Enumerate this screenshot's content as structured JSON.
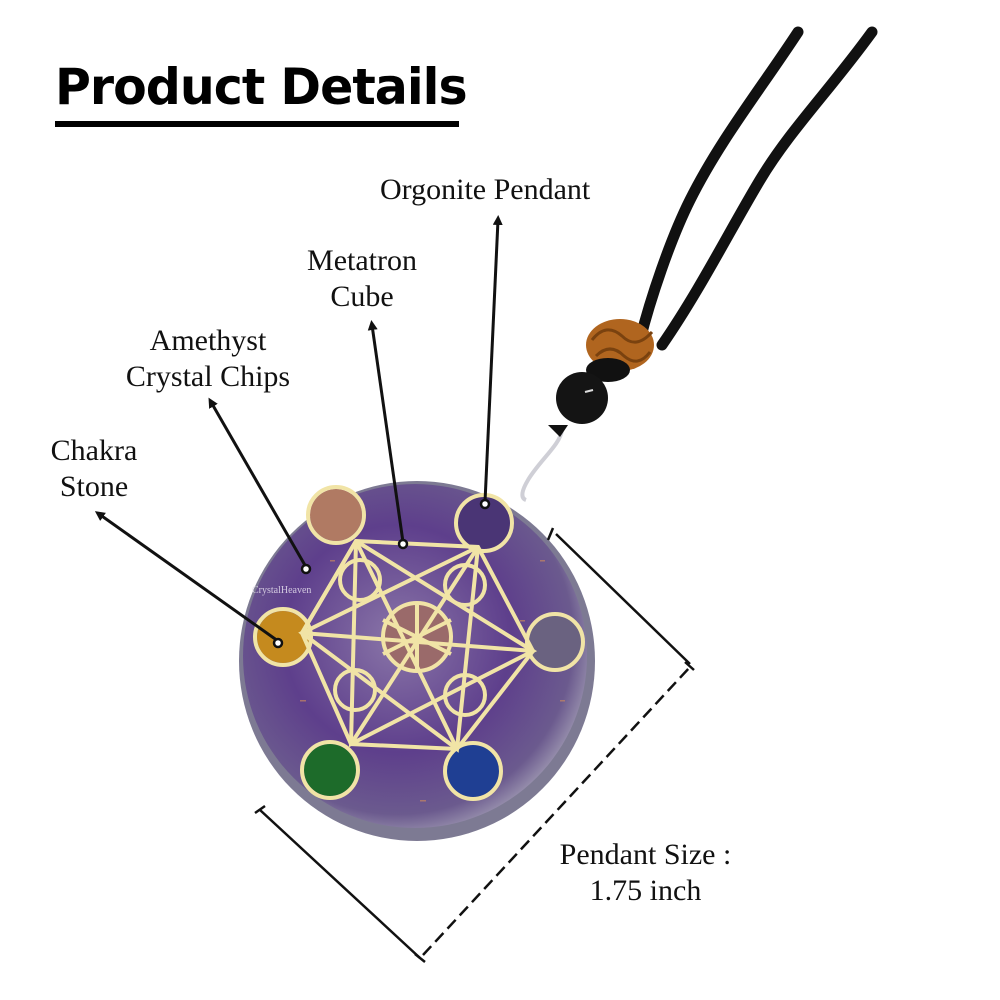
{
  "title": "Product Details",
  "labels": {
    "orgonite": "Orgonite Pendant",
    "metatron_line1": "Metatron",
    "metatron_line2": "Cube",
    "amethyst_line1": "Amethyst",
    "amethyst_line2": "Crystal Chips",
    "chakra_line1": "Chakra",
    "chakra_line2": "Stone",
    "size_line1": "Pendant Size :",
    "size_line2": "1.75 inch"
  },
  "watermark": "CrystalHeaven",
  "colors": {
    "amethyst": "#5a3a86",
    "resin_edge": "#9a97ad",
    "gold": "#f1e4a6",
    "cord": "#111111",
    "knot": "#b0651f"
  },
  "chakra_stones": [
    {
      "position": "top-left",
      "color": "#b07a63"
    },
    {
      "position": "top-right",
      "color": "#4a3575"
    },
    {
      "position": "left",
      "color": "#c58a1e"
    },
    {
      "position": "right",
      "color": "#6a6280"
    },
    {
      "position": "bottom-left",
      "color": "#1d6b2a"
    },
    {
      "position": "bottom-right",
      "color": "#1f3f93"
    },
    {
      "position": "center",
      "color": "#9a6a6a"
    }
  ]
}
